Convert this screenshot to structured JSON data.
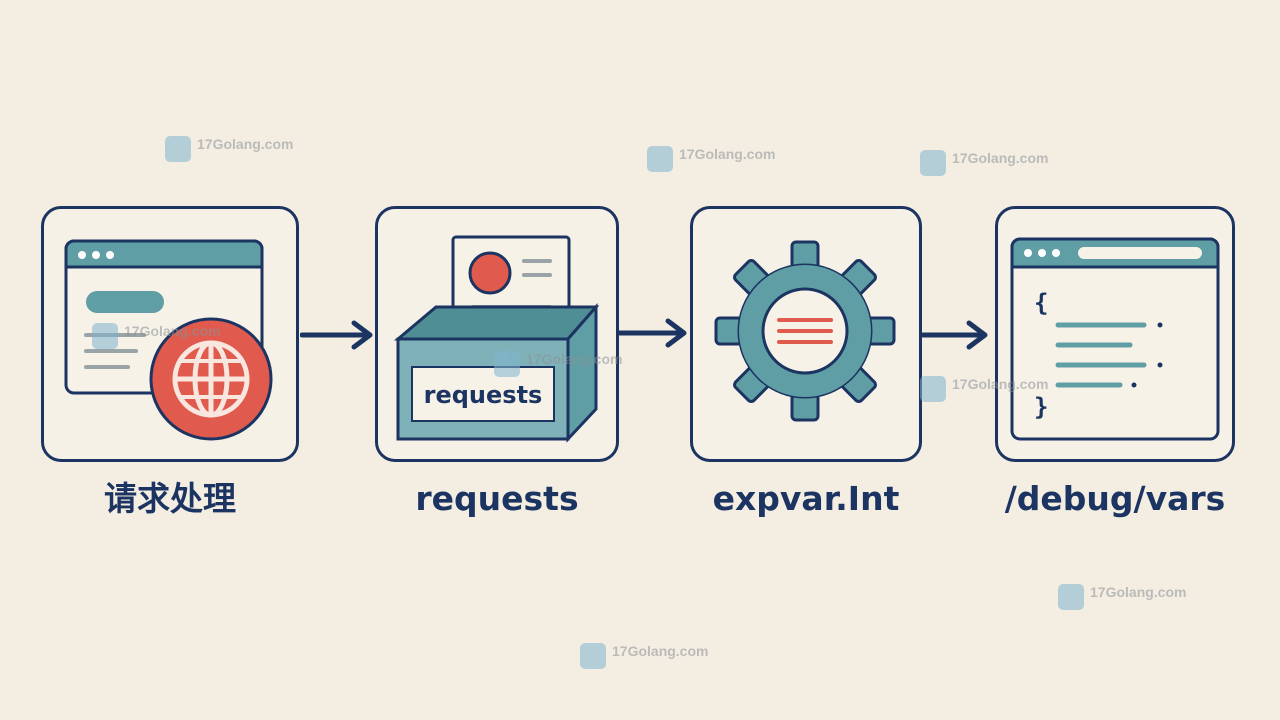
{
  "steps": [
    {
      "label": "请求处理",
      "icon": "browser-globe-icon"
    },
    {
      "label": "requests",
      "icon": "box-document-icon",
      "box_text": "requests"
    },
    {
      "label": "expvar.Int",
      "icon": "gear-icon"
    },
    {
      "label": "/debug/vars",
      "icon": "json-browser-icon",
      "json_open": "{",
      "json_close": "}"
    }
  ],
  "watermark": {
    "text": "17Golang.com"
  },
  "colors": {
    "navy": "#1c3461",
    "teal": "#5f9ea5",
    "red": "#e05a4e",
    "background": "#f4eee2"
  }
}
